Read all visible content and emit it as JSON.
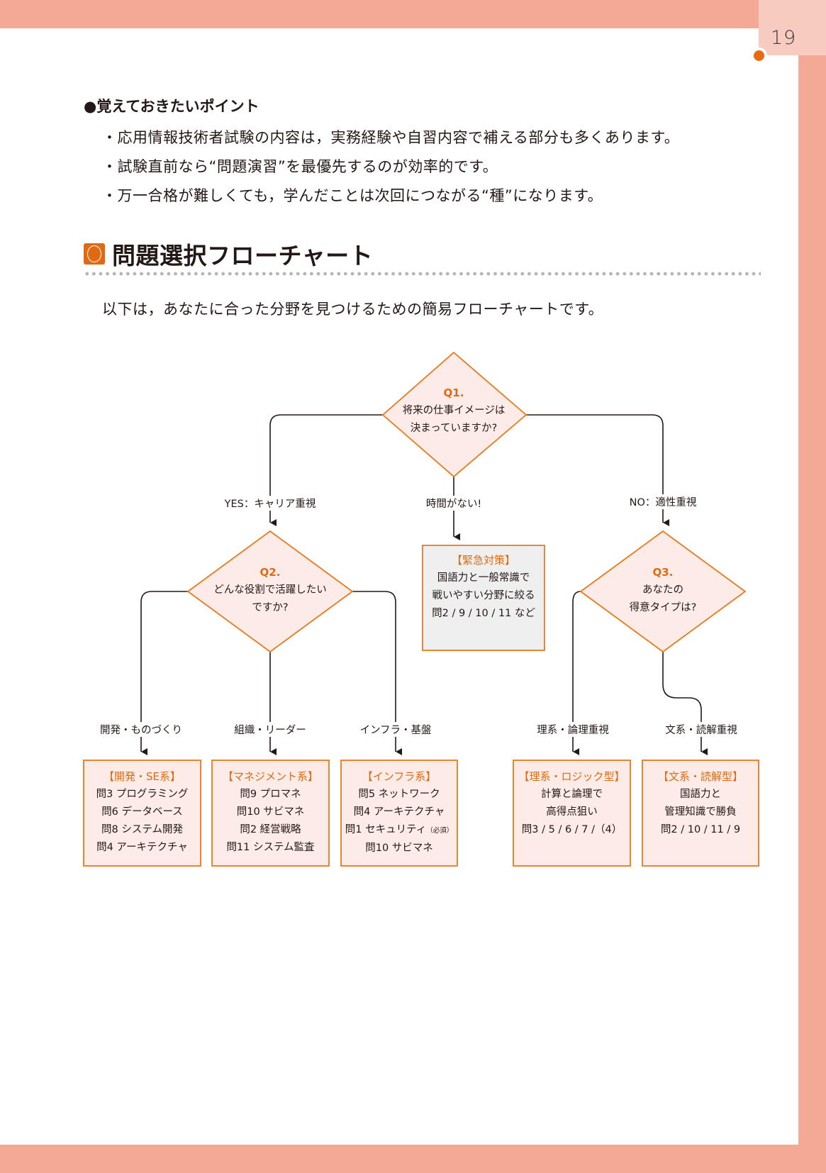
{
  "page": {
    "number": "19",
    "colors": {
      "accent": "#e06a12",
      "band": "#f3a995",
      "tab": "#f7cbbf",
      "node_fill": "#fcebe6",
      "emergency_fill": "#efefef",
      "line": "#231815"
    }
  },
  "points": {
    "heading": "●覚えておきたいポイント",
    "items": [
      "・応用情報技術者試験の内容は，実務経験や自習内容で補える部分も多くあります。",
      "・試験直前なら“問題演習”を最優先するのが効率的です。",
      "・万一合格が難しくても，学んだことは次回につながる“種”になります。"
    ]
  },
  "section": {
    "icon": "circle-in-square-icon",
    "title": "問題選択フローチャート",
    "intro": "以下は，あなたに合った分野を見つけるための簡易フローチャートです。"
  },
  "flowchart": {
    "q1": {
      "label": "Q1.",
      "lines": [
        "将来の仕事イメージは",
        "決まっていますか?"
      ]
    },
    "q2": {
      "label": "Q2.",
      "lines": [
        "どんな役割で活躍したい",
        "ですか?"
      ]
    },
    "q3": {
      "label": "Q3.",
      "lines": [
        "あなたの",
        "得意タイプは?"
      ]
    },
    "edges": {
      "yes": "YES：キャリア重視",
      "no_time": "時間がない!",
      "no": "NO：適性重視",
      "dev": "開発・ものづくり",
      "org": "組織・リーダー",
      "infra": "インフラ・基盤",
      "science": "理系・論理重視",
      "humanities": "文系・読解重視"
    },
    "emergency": {
      "tag": "【緊急対策】",
      "lines": [
        "国語力と一般常識で",
        "戦いやすい分野に絞る",
        "問2 / 9 / 10 / 11 など"
      ]
    },
    "results": {
      "dev": {
        "tag": "【開発・SE系】",
        "lines": [
          "問3 プログラミング",
          "問6 データベース",
          "問8 システム開発",
          "問4 アーキテクチャ"
        ]
      },
      "mgmt": {
        "tag": "【マネジメント系】",
        "lines": [
          "問9 プロマネ",
          "問10 サビマネ",
          "問2 経営戦略",
          "問11 システム監査"
        ]
      },
      "infra": {
        "tag": "【インフラ系】",
        "lines": [
          "問5 ネットワーク",
          "問4 アーキテクチャ",
          "問1 セキュリティ",
          "問10 サビマネ"
        ],
        "note": "（必須）"
      },
      "science": {
        "tag": "【理系・ロジック型】",
        "lines": [
          "計算と論理で",
          "高得点狙い",
          "問3 / 5 / 6 / 7 /（4）"
        ]
      },
      "humanities": {
        "tag": "【文系・読解型】",
        "lines": [
          "国語力と",
          "管理知識で勝負",
          "問2 / 10 / 11 / 9"
        ]
      }
    }
  }
}
